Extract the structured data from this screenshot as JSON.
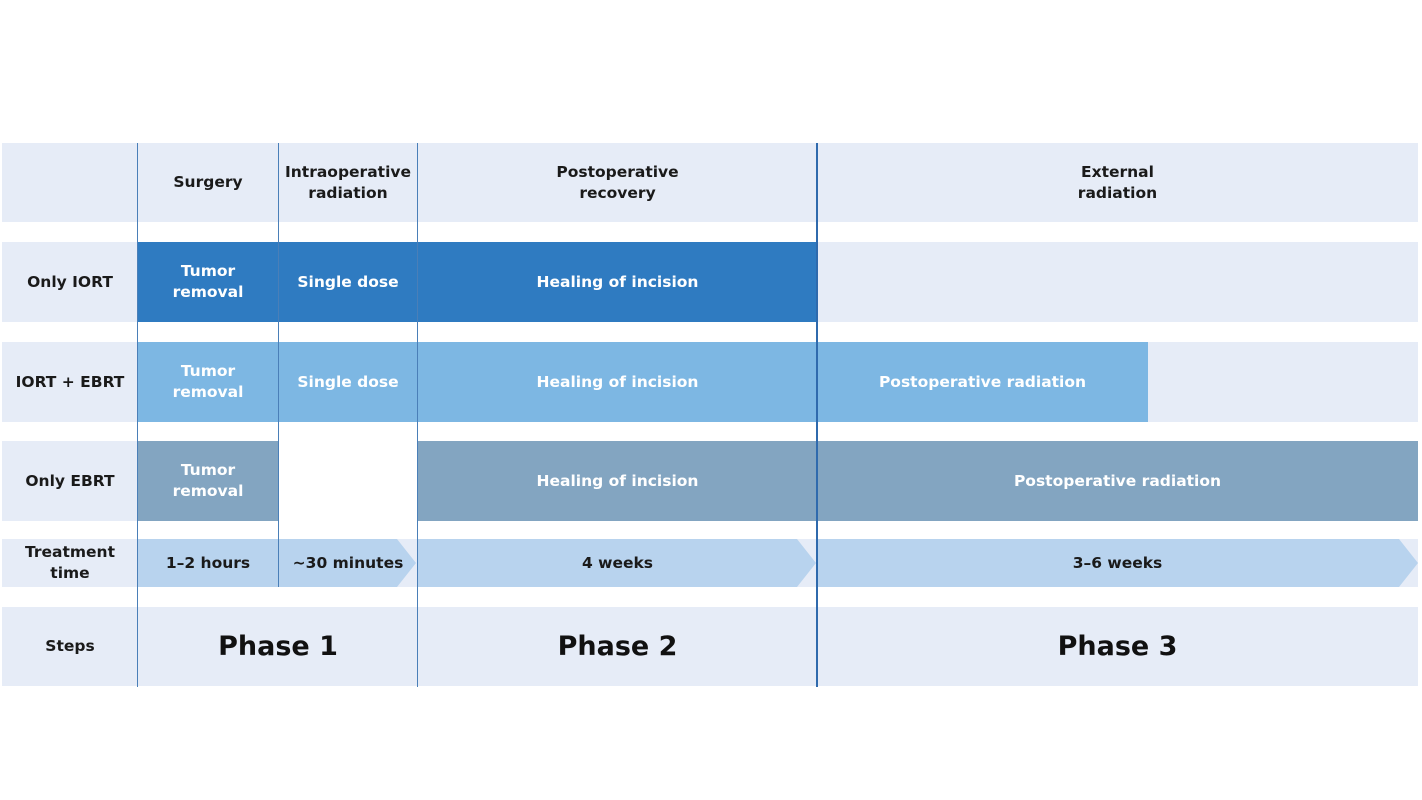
{
  "header": {
    "surgery": "Surgery",
    "intraoperative": "Intraoperative\nradiation",
    "postoperative": "Postoperative\nrecovery",
    "external": "External\nradiation"
  },
  "rows": {
    "only_iort": {
      "label": "Only IORT",
      "surgery": "Tumor\nremoval",
      "intraop": "Single dose",
      "recovery": "Healing of incision"
    },
    "iort_ebrt": {
      "label": "IORT + EBRT",
      "surgery": "Tumor\nremoval",
      "intraop": "Single dose",
      "recovery": "Healing of incision",
      "external": "Postoperative radiation"
    },
    "only_ebrt": {
      "label": "Only EBRT",
      "surgery": "Tumor\nremoval",
      "recovery": "Healing of incision",
      "external": "Postoperative radiation"
    }
  },
  "treatment_time": {
    "label": "Treatment\ntime",
    "surgery": "1–2 hours",
    "intraop": "~30 minutes",
    "recovery": "4 weeks",
    "external": "3–6 weeks"
  },
  "steps": {
    "label": "Steps",
    "phase1": "Phase 1",
    "phase2": "Phase 2",
    "phase3": "Phase 3"
  },
  "colors": {
    "band": "#e6ecf7",
    "only_iort": "#2f7bc1",
    "iort_ebrt": "#7db7e3",
    "only_ebrt": "#83a5c1",
    "arrow": "#b8d3ee",
    "divider": "#2f6aad"
  }
}
